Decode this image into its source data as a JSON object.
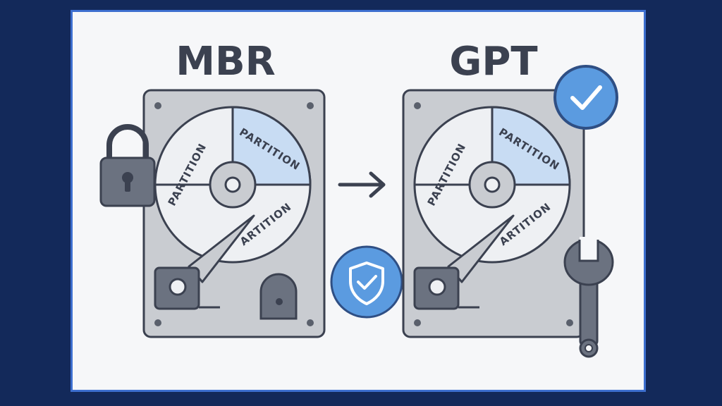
{
  "left": {
    "title": "MBR",
    "partitions": [
      "PARTITION",
      "PARTITION",
      "ARTITION"
    ]
  },
  "right": {
    "title": "GPT",
    "partitions": [
      "PARTITION",
      "PARTITION",
      "ARTITION"
    ]
  },
  "icons": {
    "lock": "lock-icon",
    "arrow": "arrow-right-icon",
    "shield": "shield-check-icon",
    "check": "check-badge-icon",
    "wrench": "wrench-icon"
  },
  "colors": {
    "background": "#13295a",
    "panel": "#f6f7f9",
    "frame_border": "#3d6fcf",
    "drive_body": "#c9ccd1",
    "outline": "#3b4150",
    "accent_blue": "#5b9be0",
    "accent_light": "#c8dcf3"
  }
}
